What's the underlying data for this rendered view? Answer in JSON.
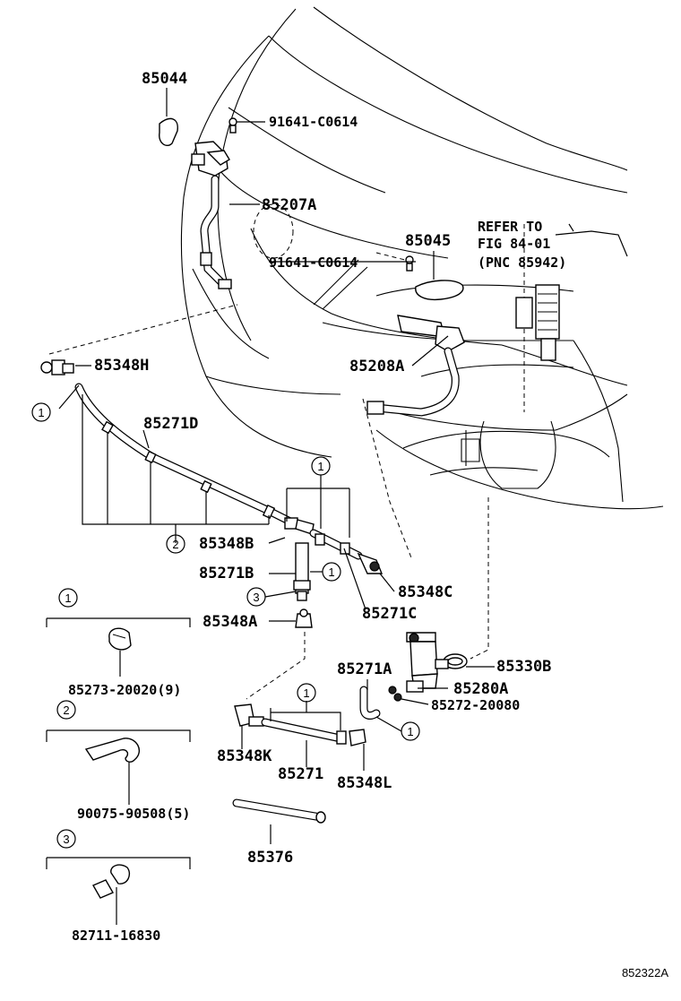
{
  "diagram_id": "852322A",
  "parts": {
    "p85044": "85044",
    "p91641_top": "91641-C0614",
    "p85207A": "85207A",
    "p85045": "85045",
    "p91641_mid": "91641-C0614",
    "refer_line1": "REFER TO",
    "refer_line2": "FIG 84-01",
    "refer_line3": "(PNC 85942)",
    "p85348H": "85348H",
    "p85208A": "85208A",
    "p85271D": "85271D",
    "p85348B": "85348B",
    "p85271B": "85271B",
    "p85348C": "85348C",
    "p85271C": "85271C",
    "p85348A": "85348A",
    "p85271A": "85271A",
    "p85330B": "85330B",
    "p85280A": "85280A",
    "p85272": "85272-20080",
    "p85348K": "85348K",
    "p85271": "85271",
    "p85348L": "85348L",
    "p85376": "85376",
    "legend1_part": "85273-20020(9)",
    "legend2_part": "90075-90508(5)",
    "legend3_part": "82711-16830"
  },
  "callouts": {
    "c1": "1",
    "c2": "2",
    "c3": "3"
  }
}
